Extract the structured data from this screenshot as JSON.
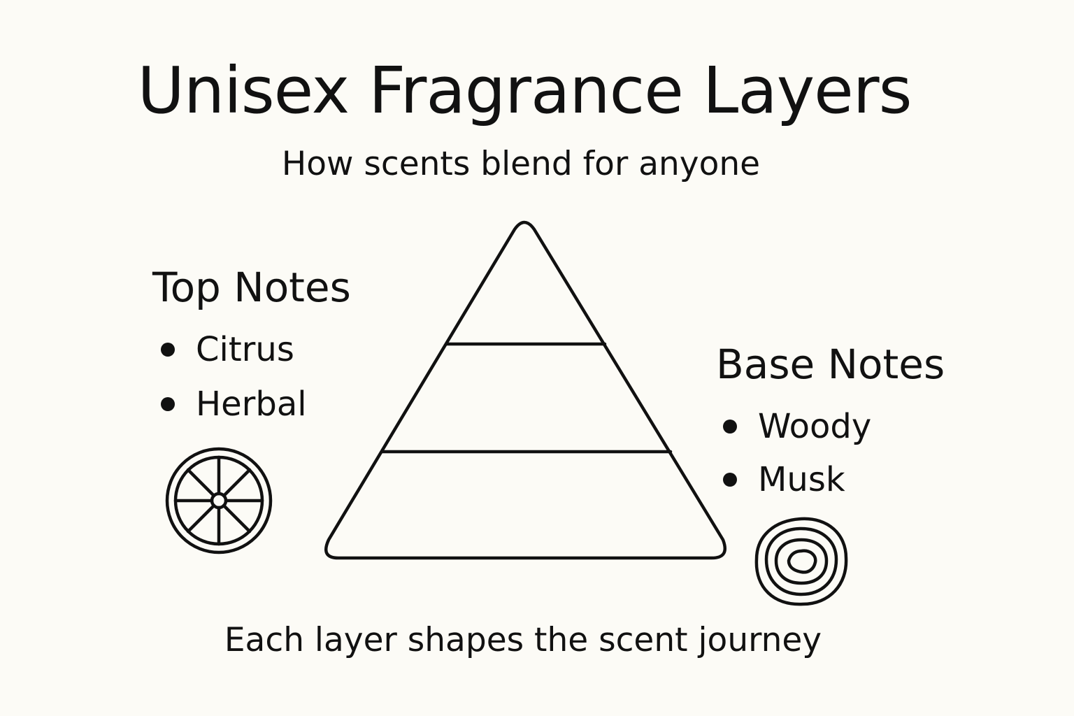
{
  "title": "Unisex Fragrance Layers",
  "subtitle": "How scents blend for anyone",
  "footer": "Each layer shapes the scent journey",
  "top_notes": {
    "heading": "Top Notes",
    "items": [
      "Citrus",
      "Herbal"
    ],
    "icon": "citrus-slice-icon"
  },
  "base_notes": {
    "heading": "Base Notes",
    "items": [
      "Woody",
      "Musk"
    ],
    "icon": "wood-rings-icon"
  },
  "pyramid": {
    "layers": 3,
    "icon": "fragrance-pyramid"
  },
  "colors": {
    "background": "#fcfbf6",
    "ink": "#111111"
  }
}
